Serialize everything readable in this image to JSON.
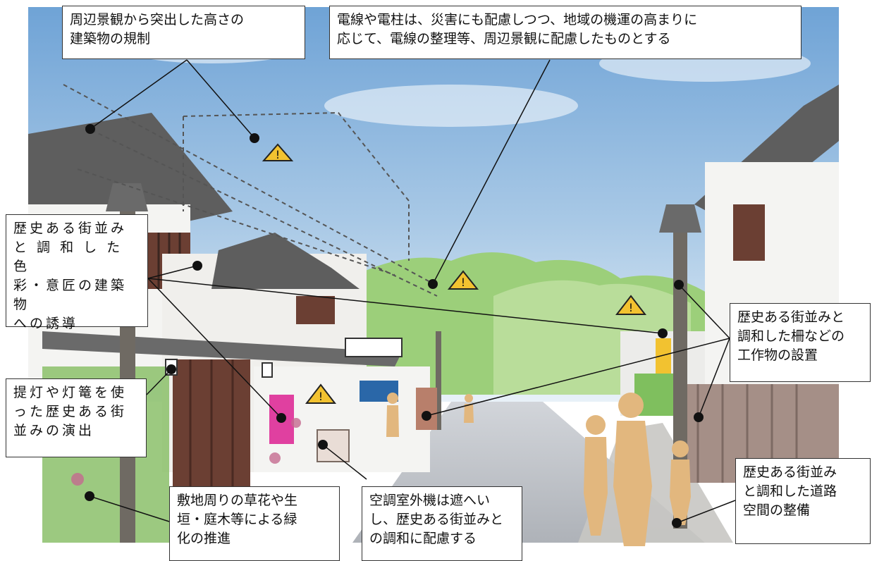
{
  "callouts": {
    "height_regulation": "周辺景観から突出した高さの\n建築物の規制",
    "power_lines": "電線や電柱は、災害にも配慮しつつ、地域の機運の高まりに\n応じて、電線の整理等、周辺景観に配慮したものとする",
    "building_color": "歴史ある街並み\nと 調 和 し た 色\n彩・意匠の建築物\nへの誘導",
    "fences": "歴史ある街並みと\n調和した柵などの\n工作物の設置",
    "lanterns": "提灯や灯篭を使\nった歴史ある街\n並みの演出",
    "greenery": "敷地周りの草花や生\n垣・庭木等による緑\n化の推進",
    "aircon": "空調室外機は遮へい\nし、歴史ある街並みと\nの調和に配慮する",
    "road": "歴史ある街並み\nと調和した道路\n空間の整備"
  },
  "colors": {
    "sky_top": "#6fa3d6",
    "sky_bottom": "#e8f1f8",
    "mountain": "#9ccf7a",
    "wall": "#f4f4f2",
    "roof": "#5e5e5e",
    "wood": "#6b3f33",
    "road": "#b9bcc2",
    "person": "#e2b77e",
    "warning": "#f2c230",
    "sign_pink": "#e040a0"
  }
}
